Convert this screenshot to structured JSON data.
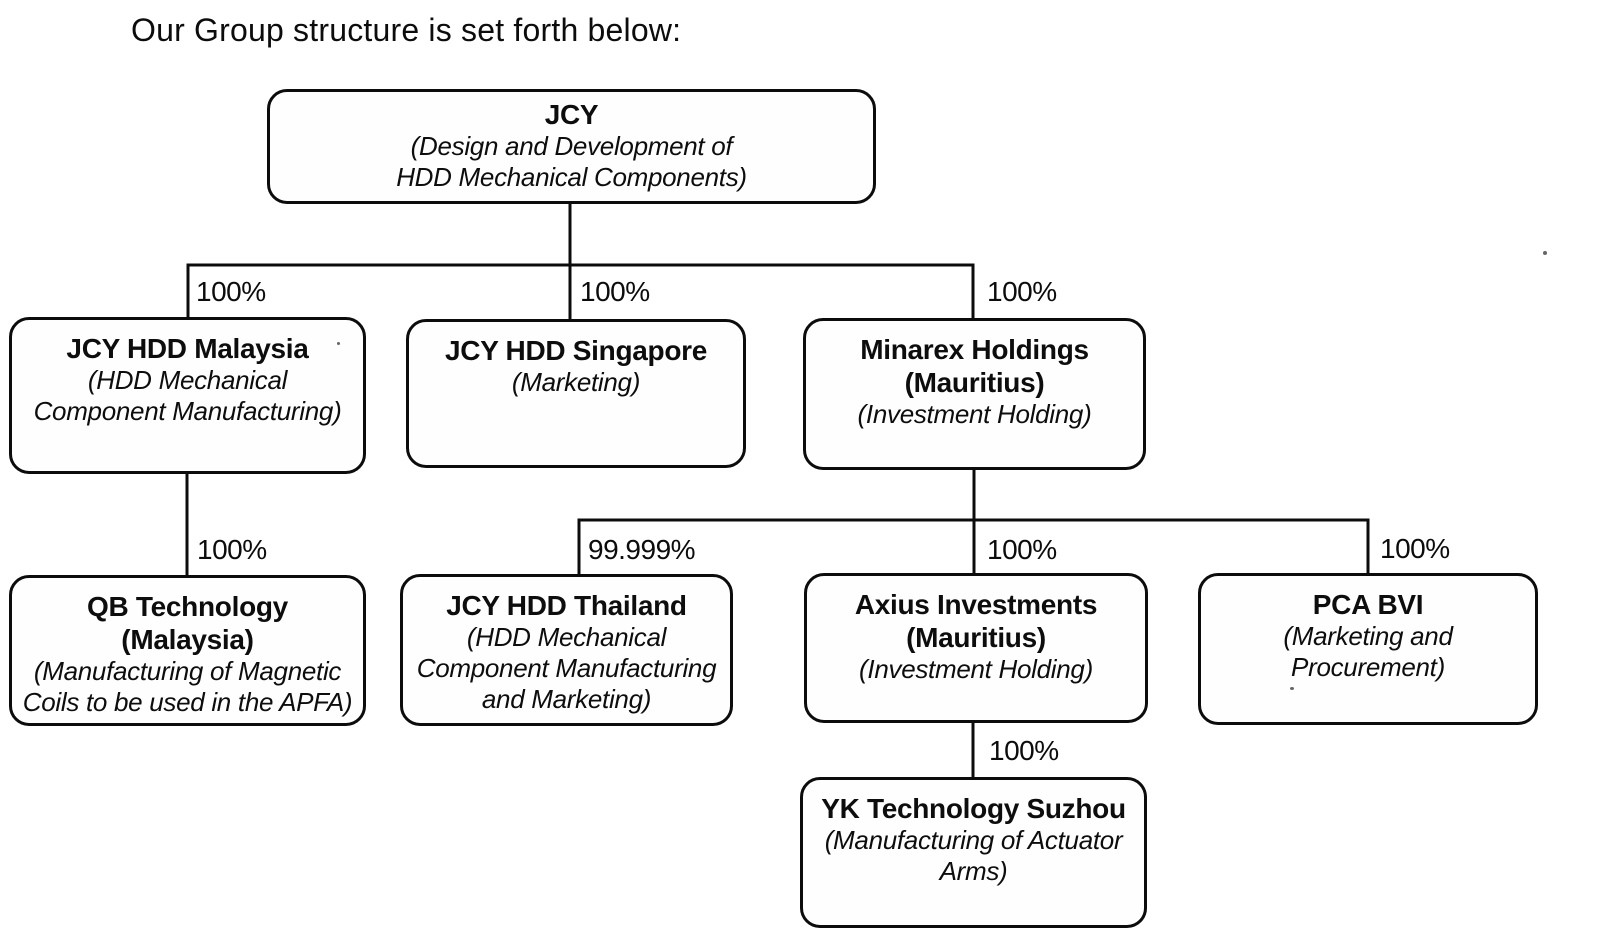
{
  "title": "Our Group structure is set forth below:",
  "nodes": {
    "jcy": {
      "name": "JCY",
      "desc": "(Design and Development of\nHDD Mechanical Components)"
    },
    "malaysia": {
      "name": "JCY HDD Malaysia",
      "desc": "(HDD Mechanical\nComponent Manufacturing)"
    },
    "singapore": {
      "name": "JCY HDD Singapore",
      "desc": "(Marketing)"
    },
    "minarex": {
      "name": "Minarex Holdings\n(Mauritius)",
      "desc": "(Investment Holding)"
    },
    "qb": {
      "name": "QB Technology (Malaysia)",
      "desc": "(Manufacturing of Magnetic\nCoils to be used in the APFA)"
    },
    "thailand": {
      "name": "JCY HDD Thailand",
      "desc": "(HDD Mechanical\nComponent Manufacturing\nand Marketing)"
    },
    "axius": {
      "name": "Axius Investments\n(Mauritius)",
      "desc": "(Investment Holding)"
    },
    "pca": {
      "name": "PCA BVI",
      "desc": "(Marketing and\nProcurement)"
    },
    "yk": {
      "name": "YK Technology Suzhou",
      "desc": "(Manufacturing of Actuator\nArms)"
    }
  },
  "ownership": {
    "jcy_malaysia": "100%",
    "jcy_singapore": "100%",
    "jcy_minarex": "100%",
    "malaysia_qb": "100%",
    "minarex_thailand": "99.999%",
    "minarex_axius": "100%",
    "minarex_pca": "100%",
    "axius_yk": "100%"
  },
  "colors": {
    "ink": "#0c0c0c",
    "paper": "#ffffff"
  }
}
